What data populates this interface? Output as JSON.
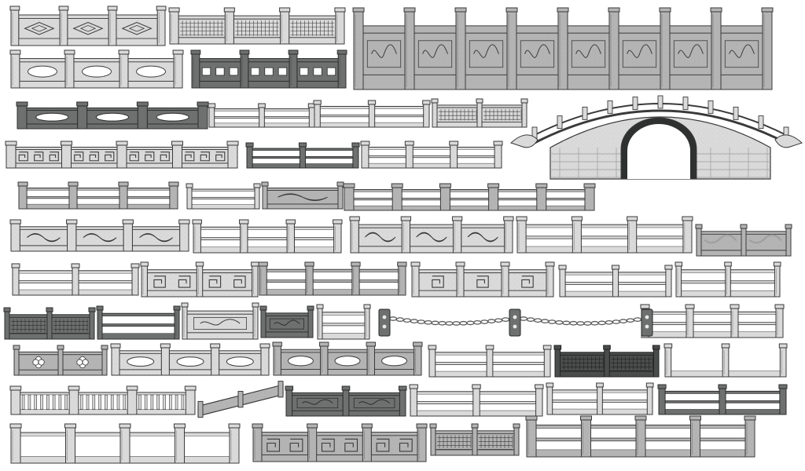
{
  "palette": {
    "stone_light": "#d9dad9",
    "stone_mid": "#b3b4b3",
    "stone_dark": "#6e706f",
    "stone_deep": "#4a4c4b",
    "outline": "#3a3a3a",
    "chain": "#5b5d5c",
    "background": "#ffffff"
  },
  "catalog": {
    "railings": [
      {
        "pattern": "diamond-panel",
        "tone": "light"
      },
      {
        "pattern": "lattice-panel",
        "tone": "light"
      },
      {
        "pattern": "carved-relief",
        "tone": "mid"
      },
      {
        "pattern": "oval-cutout",
        "tone": "light"
      },
      {
        "pattern": "square-cutout",
        "tone": "dark"
      },
      {
        "pattern": "oval-cutout",
        "tone": "dark"
      },
      {
        "pattern": "rail-bar",
        "tone": "light"
      },
      {
        "pattern": "rail-bar",
        "tone": "light"
      },
      {
        "pattern": "lattice-panel",
        "tone": "light"
      },
      {
        "pattern": "key-fret",
        "tone": "light"
      },
      {
        "pattern": "rail-bar",
        "tone": "dark"
      },
      {
        "pattern": "rail-bar",
        "tone": "light"
      },
      {
        "pattern": "rail-bar",
        "tone": "mid"
      },
      {
        "pattern": "rail-bar",
        "tone": "light"
      },
      {
        "pattern": "cloud-cutout",
        "tone": "mid"
      },
      {
        "pattern": "rail-bar",
        "tone": "mid"
      },
      {
        "pattern": "cloud-cutout",
        "tone": "light"
      },
      {
        "pattern": "rail-bar",
        "tone": "light"
      },
      {
        "pattern": "cloud-cutout",
        "tone": "light"
      },
      {
        "pattern": "rail-bar",
        "tone": "light"
      },
      {
        "pattern": "granite-slab",
        "tone": "mid"
      },
      {
        "pattern": "rail-bar",
        "tone": "light"
      },
      {
        "pattern": "key-fret",
        "tone": "light"
      },
      {
        "pattern": "rail-bar",
        "tone": "mid"
      },
      {
        "pattern": "key-fret",
        "tone": "light"
      },
      {
        "pattern": "rail-bar",
        "tone": "light"
      },
      {
        "pattern": "rail-bar",
        "tone": "light"
      },
      {
        "pattern": "lattice-panel",
        "tone": "dark"
      },
      {
        "pattern": "rail-bar",
        "tone": "dark"
      },
      {
        "pattern": "carved-relief",
        "tone": "light"
      },
      {
        "pattern": "carved-relief",
        "tone": "dark"
      },
      {
        "pattern": "rail-bar",
        "tone": "light"
      },
      {
        "pattern": "rail-bar",
        "tone": "light"
      },
      {
        "pattern": "quatrefoil-cutout",
        "tone": "mid"
      },
      {
        "pattern": "oval-cutout",
        "tone": "light"
      },
      {
        "pattern": "oval-cutout",
        "tone": "mid"
      },
      {
        "pattern": "rail-bar",
        "tone": "light"
      },
      {
        "pattern": "lattice-panel",
        "tone": "deep"
      },
      {
        "pattern": "open-posts",
        "tone": "light"
      },
      {
        "pattern": "baluster",
        "tone": "light"
      },
      {
        "pattern": "sloped-panel",
        "tone": "mid"
      },
      {
        "pattern": "carved-relief",
        "tone": "dark"
      },
      {
        "pattern": "rail-bar",
        "tone": "light"
      },
      {
        "pattern": "rail-bar",
        "tone": "light"
      },
      {
        "pattern": "rail-bar",
        "tone": "dark"
      },
      {
        "pattern": "open-frame",
        "tone": "light"
      },
      {
        "pattern": "swastika-fret",
        "tone": "mid"
      },
      {
        "pattern": "lattice-panel",
        "tone": "mid"
      },
      {
        "pattern": "rail-bar",
        "tone": "mid"
      },
      {
        "pattern": "key-fret",
        "tone": "mid"
      },
      {
        "pattern": "oval-cutout",
        "tone": "light"
      },
      {
        "pattern": "open-frame",
        "tone": "light"
      }
    ],
    "bridge": {
      "type": "arched-stone-bridge",
      "tone": "light"
    },
    "chain_fence": {
      "type": "chain-post-fence",
      "links": 3
    }
  }
}
